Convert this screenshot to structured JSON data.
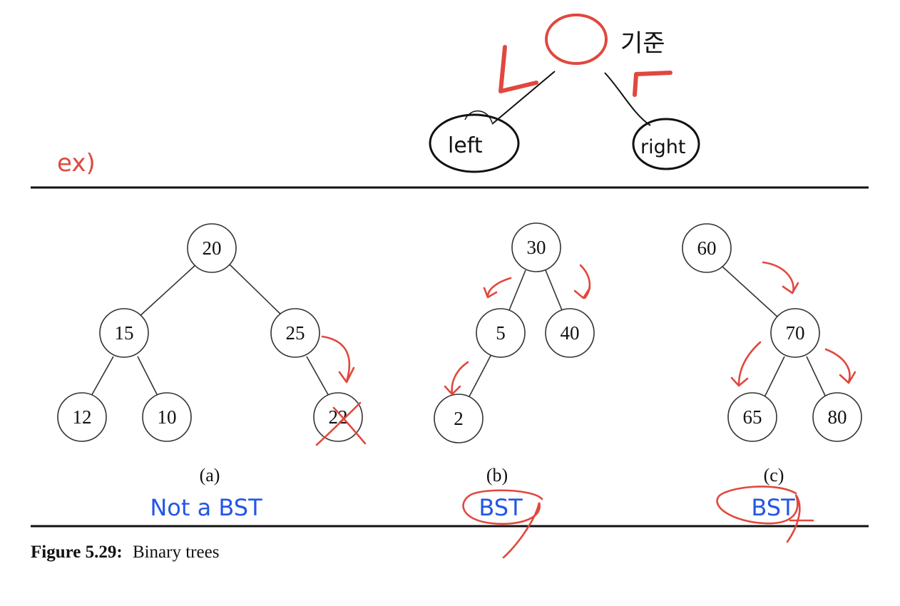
{
  "note": {
    "root_label": "기준",
    "left_label": "left",
    "right_label": "right",
    "less_sign": "<",
    "greater_sign": ">",
    "example_label": "ex)",
    "color_red": "#e0483e",
    "color_ink": "#111111"
  },
  "trees": [
    {
      "caption": "(a)",
      "verdict": "Not a BST",
      "nodes": [
        "20",
        "15",
        "25",
        "12",
        "10",
        "22"
      ],
      "edges": [
        [
          "20",
          "15"
        ],
        [
          "20",
          "25"
        ],
        [
          "15",
          "12"
        ],
        [
          "15",
          "10"
        ],
        [
          "25",
          "22"
        ]
      ],
      "violating_node": "22"
    },
    {
      "caption": "(b)",
      "verdict": "BST",
      "nodes": [
        "30",
        "5",
        "40",
        "2"
      ],
      "edges": [
        [
          "30",
          "5"
        ],
        [
          "30",
          "40"
        ],
        [
          "5",
          "2"
        ]
      ]
    },
    {
      "caption": "(c)",
      "verdict": "BST",
      "nodes": [
        "60",
        "70",
        "65",
        "80"
      ],
      "edges": [
        [
          "60",
          "70"
        ],
        [
          "70",
          "65"
        ],
        [
          "70",
          "80"
        ]
      ]
    }
  ],
  "figure_caption": {
    "label": "Figure 5.29:",
    "text": "Binary trees"
  },
  "colors": {
    "verdict_blue": "#2456e6",
    "annotation_red": "#e0483e",
    "rule": "#111111"
  }
}
